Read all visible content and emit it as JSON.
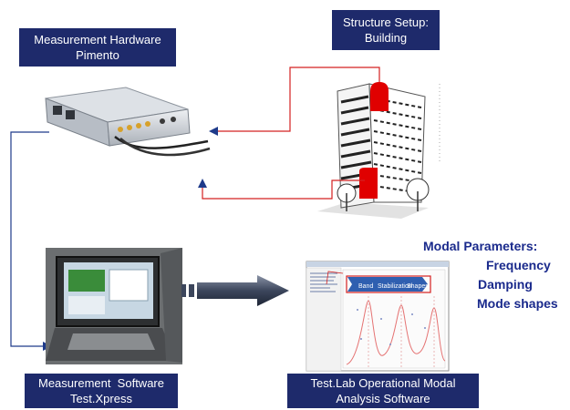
{
  "labels": {
    "hardware": {
      "line1": "Measurement Hardware",
      "line2": "Pimento"
    },
    "structure": {
      "line1": "Structure Setup:",
      "line2": "Building"
    },
    "software": {
      "line1": "Measurement  Software",
      "line2": "Test.Xpress"
    },
    "testlab": {
      "line1": "Test.Lab Operational Modal",
      "line2": "Analysis Software"
    }
  },
  "modal_parameters": {
    "title": "Modal Parameters:",
    "items": [
      "Frequency",
      "Damping",
      "Mode shapes"
    ]
  },
  "screen_tabs": [
    "Band",
    "Stabilization",
    "Shapes"
  ],
  "icons": {
    "hardware": "measurement-hardware-device",
    "building": "building-icon",
    "laptop": "rugged-laptop",
    "screenshot": "software-screenshot"
  },
  "colors": {
    "label_bg": "#1e2a6b",
    "sensor": "#e00000",
    "cable": "#d42020",
    "connector": "#1e3a8a",
    "params_text": "#1a2a8c"
  }
}
